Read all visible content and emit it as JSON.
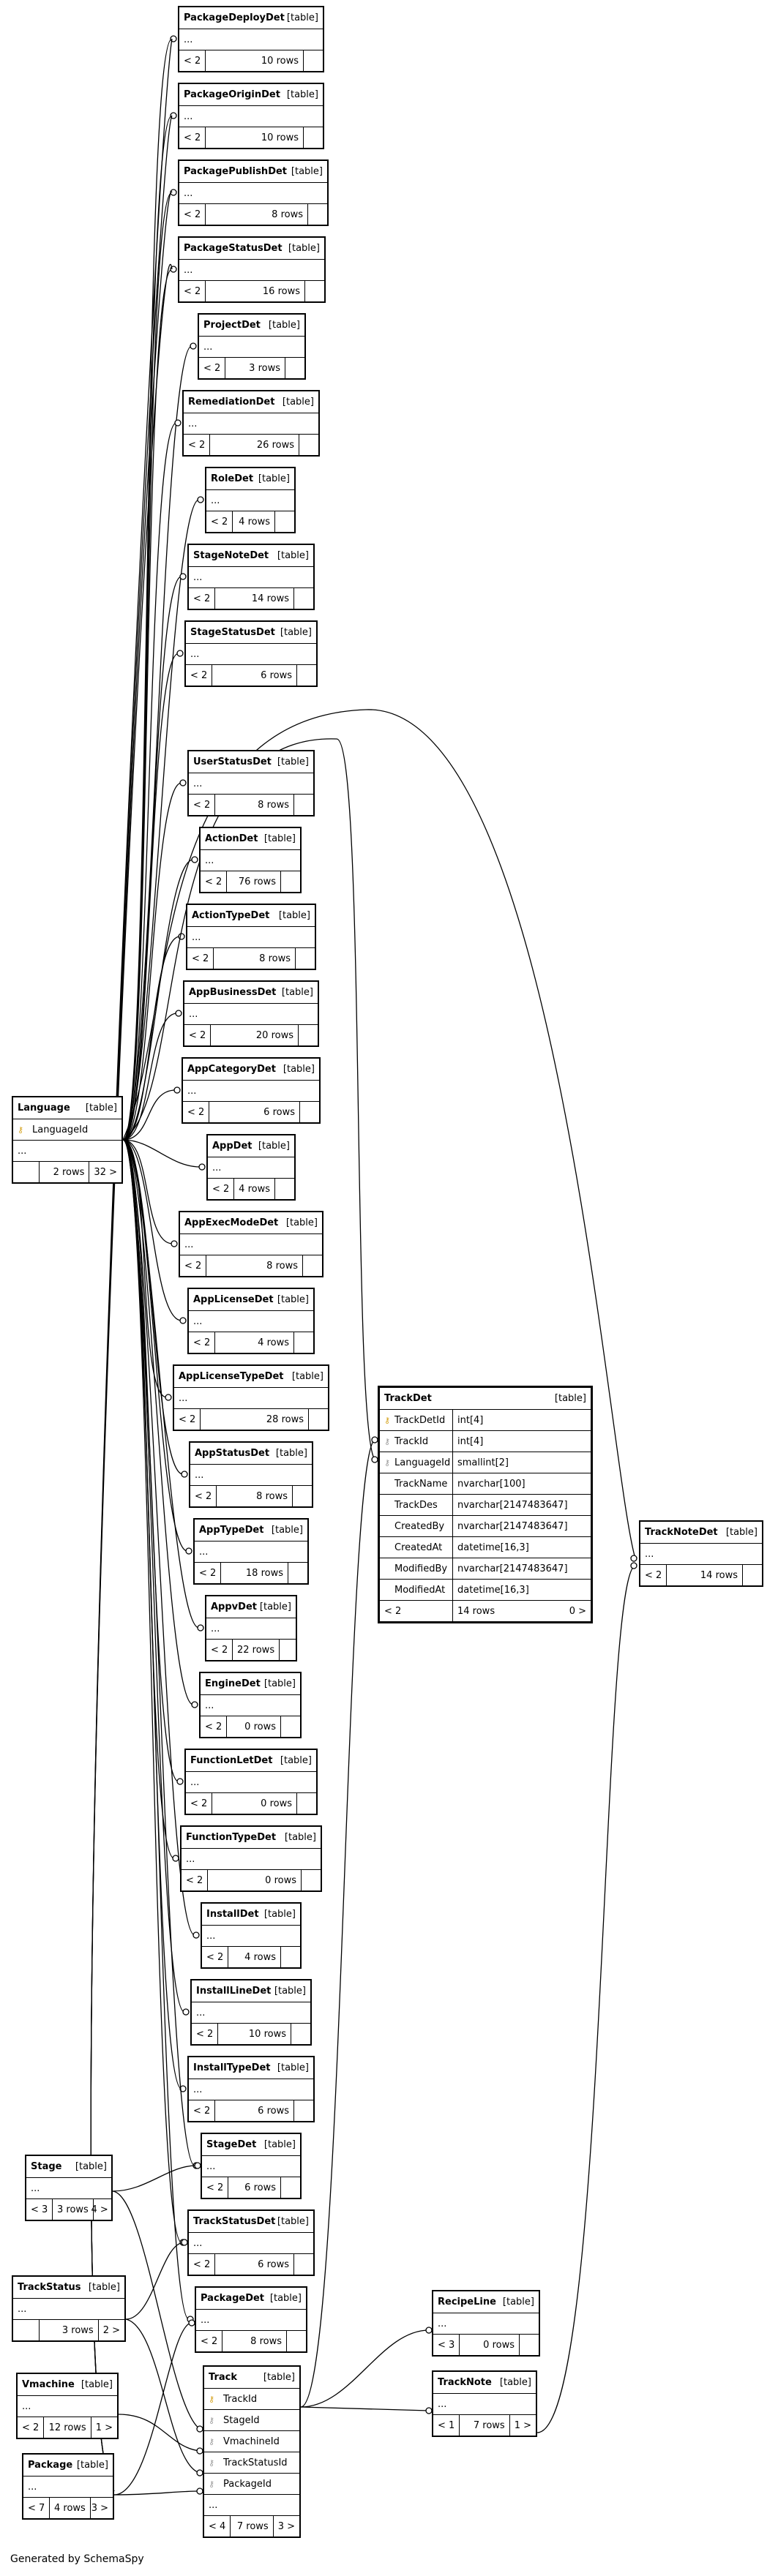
{
  "tables": [
    {
      "id": "PackageDeployDet",
      "name": "PackageDeployDet",
      "type": "[table]",
      "dots": "...",
      "parents": "< 2",
      "rows": "10 rows",
      "children": ""
    },
    {
      "id": "PackageOriginDet",
      "name": "PackageOriginDet",
      "type": "[table]",
      "dots": "...",
      "parents": "< 2",
      "rows": "10 rows",
      "children": ""
    },
    {
      "id": "PackagePublishDet",
      "name": "PackagePublishDet",
      "type": "[table]",
      "dots": "...",
      "parents": "< 2",
      "rows": "8 rows",
      "children": ""
    },
    {
      "id": "PackageStatusDet",
      "name": "PackageStatusDet",
      "type": "[table]",
      "dots": "...",
      "parents": "< 2",
      "rows": "16 rows",
      "children": ""
    },
    {
      "id": "ProjectDet",
      "name": "ProjectDet",
      "type": "[table]",
      "dots": "...",
      "parents": "< 2",
      "rows": "3 rows",
      "children": ""
    },
    {
      "id": "RemediationDet",
      "name": "RemediationDet",
      "type": "[table]",
      "dots": "...",
      "parents": "< 2",
      "rows": "26 rows",
      "children": ""
    },
    {
      "id": "RoleDet",
      "name": "RoleDet",
      "type": "[table]",
      "dots": "...",
      "parents": "< 2",
      "rows": "4 rows",
      "children": ""
    },
    {
      "id": "StageNoteDet",
      "name": "StageNoteDet",
      "type": "[table]",
      "dots": "...",
      "parents": "< 2",
      "rows": "14 rows",
      "children": ""
    },
    {
      "id": "StageStatusDet",
      "name": "StageStatusDet",
      "type": "[table]",
      "dots": "...",
      "parents": "< 2",
      "rows": "6 rows",
      "children": ""
    },
    {
      "id": "UserStatusDet",
      "name": "UserStatusDet",
      "type": "[table]",
      "dots": "...",
      "parents": "< 2",
      "rows": "8 rows",
      "children": ""
    },
    {
      "id": "ActionDet",
      "name": "ActionDet",
      "type": "[table]",
      "dots": "...",
      "parents": "< 2",
      "rows": "76 rows",
      "children": ""
    },
    {
      "id": "ActionTypeDet",
      "name": "ActionTypeDet",
      "type": "[table]",
      "dots": "...",
      "parents": "< 2",
      "rows": "8 rows",
      "children": ""
    },
    {
      "id": "AppBusinessDet",
      "name": "AppBusinessDet",
      "type": "[table]",
      "dots": "...",
      "parents": "< 2",
      "rows": "20 rows",
      "children": ""
    },
    {
      "id": "AppCategoryDet",
      "name": "AppCategoryDet",
      "type": "[table]",
      "dots": "...",
      "parents": "< 2",
      "rows": "6 rows",
      "children": ""
    },
    {
      "id": "AppDet",
      "name": "AppDet",
      "type": "[table]",
      "dots": "...",
      "parents": "< 2",
      "rows": "4 rows",
      "children": ""
    },
    {
      "id": "AppExecModeDet",
      "name": "AppExecModeDet",
      "type": "[table]",
      "dots": "...",
      "parents": "< 2",
      "rows": "8 rows",
      "children": ""
    },
    {
      "id": "AppLicenseDet",
      "name": "AppLicenseDet",
      "type": "[table]",
      "dots": "...",
      "parents": "< 2",
      "rows": "4 rows",
      "children": ""
    },
    {
      "id": "AppLicenseTypeDet",
      "name": "AppLicenseTypeDet",
      "type": "[table]",
      "dots": "...",
      "parents": "< 2",
      "rows": "28 rows",
      "children": ""
    },
    {
      "id": "AppStatusDet",
      "name": "AppStatusDet",
      "type": "[table]",
      "dots": "...",
      "parents": "< 2",
      "rows": "8 rows",
      "children": ""
    },
    {
      "id": "AppTypeDet",
      "name": "AppTypeDet",
      "type": "[table]",
      "dots": "...",
      "parents": "< 2",
      "rows": "18 rows",
      "children": ""
    },
    {
      "id": "AppvDet",
      "name": "AppvDet",
      "type": "[table]",
      "dots": "...",
      "parents": "< 2",
      "rows": "22 rows",
      "children": ""
    },
    {
      "id": "EngineDet",
      "name": "EngineDet",
      "type": "[table]",
      "dots": "...",
      "parents": "< 2",
      "rows": "0 rows",
      "children": ""
    },
    {
      "id": "FunctionLetDet",
      "name": "FunctionLetDet",
      "type": "[table]",
      "dots": "...",
      "parents": "< 2",
      "rows": "0 rows",
      "children": ""
    },
    {
      "id": "FunctionTypeDet",
      "name": "FunctionTypeDet",
      "type": "[table]",
      "dots": "...",
      "parents": "< 2",
      "rows": "0 rows",
      "children": ""
    },
    {
      "id": "InstallDet",
      "name": "InstallDet",
      "type": "[table]",
      "dots": "...",
      "parents": "< 2",
      "rows": "4 rows",
      "children": ""
    },
    {
      "id": "InstallLineDet",
      "name": "InstallLineDet",
      "type": "[table]",
      "dots": "...",
      "parents": "< 2",
      "rows": "10 rows",
      "children": ""
    },
    {
      "id": "InstallTypeDet",
      "name": "InstallTypeDet",
      "type": "[table]",
      "dots": "...",
      "parents": "< 2",
      "rows": "6 rows",
      "children": ""
    },
    {
      "id": "StageDet",
      "name": "StageDet",
      "type": "[table]",
      "dots": "...",
      "parents": "< 2",
      "rows": "6 rows",
      "children": ""
    },
    {
      "id": "TrackStatusDet",
      "name": "TrackStatusDet",
      "type": "[table]",
      "dots": "...",
      "parents": "< 2",
      "rows": "6 rows",
      "children": ""
    },
    {
      "id": "PackageDet",
      "name": "PackageDet",
      "type": "[table]",
      "dots": "...",
      "parents": "< 2",
      "rows": "8 rows",
      "children": ""
    },
    {
      "id": "Language",
      "name": "Language",
      "type": "[table]",
      "dots": "...",
      "key_column": "LanguageId",
      "parents": "",
      "rows": "2 rows",
      "children": "32 >"
    },
    {
      "id": "TrackNoteDet",
      "name": "TrackNoteDet",
      "type": "[table]",
      "dots": "...",
      "parents": "< 2",
      "rows": "14 rows",
      "children": ""
    },
    {
      "id": "Stage",
      "name": "Stage",
      "type": "[table]",
      "dots": "...",
      "parents": "< 3",
      "rows": "3 rows",
      "children": "4 >"
    },
    {
      "id": "TrackStatus",
      "name": "TrackStatus",
      "type": "[table]",
      "dots": "...",
      "parents": "",
      "rows": "3 rows",
      "children": "2 >"
    },
    {
      "id": "Vmachine",
      "name": "Vmachine",
      "type": "[table]",
      "dots": "...",
      "parents": "< 2",
      "rows": "12 rows",
      "children": "1 >"
    },
    {
      "id": "Package",
      "name": "Package",
      "type": "[table]",
      "dots": "...",
      "parents": "< 7",
      "rows": "4 rows",
      "children": "3 >"
    },
    {
      "id": "RecipeLine",
      "name": "RecipeLine",
      "type": "[table]",
      "dots": "...",
      "parents": "< 3",
      "rows": "0 rows",
      "children": ""
    },
    {
      "id": "TrackNote",
      "name": "TrackNote",
      "type": "[table]",
      "dots": "...",
      "parents": "< 1",
      "rows": "7 rows",
      "children": "1 >"
    }
  ],
  "trackdet": {
    "name": "TrackDet",
    "type": "[table]",
    "columns": [
      {
        "name": "TrackDetId",
        "type": "int[4]",
        "key": "pk"
      },
      {
        "name": "TrackId",
        "type": "int[4]",
        "key": "fk"
      },
      {
        "name": "LanguageId",
        "type": "smallint[2]",
        "key": "fk"
      },
      {
        "name": "TrackName",
        "type": "nvarchar[100]",
        "key": ""
      },
      {
        "name": "TrackDes",
        "type": "nvarchar[2147483647]",
        "key": ""
      },
      {
        "name": "CreatedBy",
        "type": "nvarchar[2147483647]",
        "key": ""
      },
      {
        "name": "CreatedAt",
        "type": "datetime[16,3]",
        "key": ""
      },
      {
        "name": "ModifiedBy",
        "type": "nvarchar[2147483647]",
        "key": ""
      },
      {
        "name": "ModifiedAt",
        "type": "datetime[16,3]",
        "key": ""
      }
    ],
    "parents": "< 2",
    "rows": "14 rows",
    "children": "0 >"
  },
  "track": {
    "name": "Track",
    "type": "[table]",
    "columns": [
      {
        "name": "TrackId",
        "key": "pk"
      },
      {
        "name": "StageId",
        "key": "fk"
      },
      {
        "name": "VmachineId",
        "key": "fk"
      },
      {
        "name": "TrackStatusId",
        "key": "fk"
      },
      {
        "name": "PackageId",
        "key": "fk"
      }
    ],
    "dots": "...",
    "parents": "< 4",
    "rows": "7 rows",
    "children": "3 >"
  },
  "icons": {
    "primary_key": "key-icon",
    "foreign_key": "key-icon"
  },
  "colors": {
    "primary_key": "#d4a017",
    "foreign_key": "#999999"
  },
  "footer": "Generated by SchemaSpy"
}
